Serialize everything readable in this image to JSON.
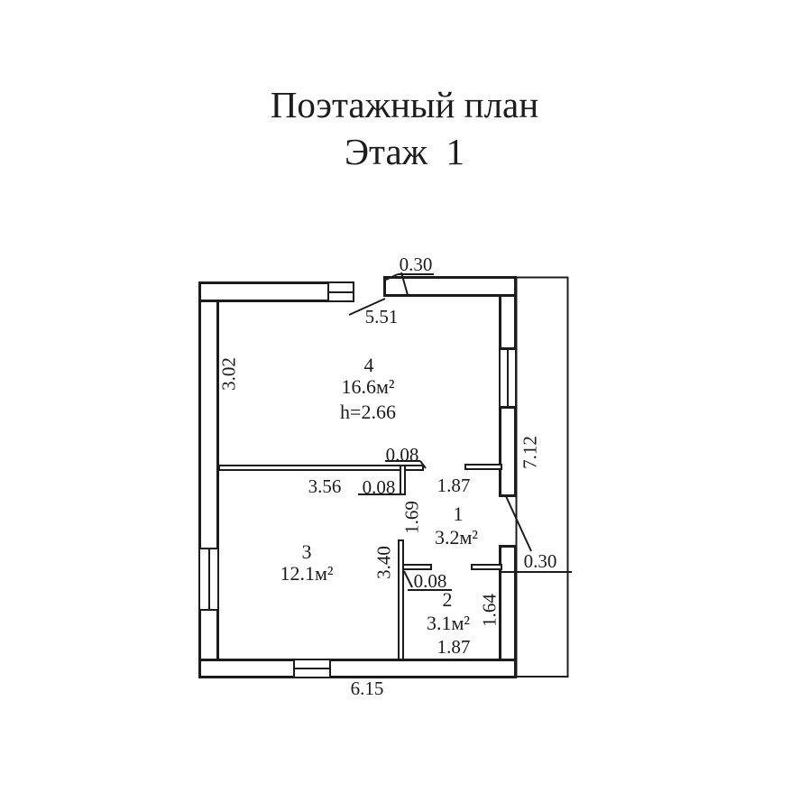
{
  "title": {
    "line1": "Поэтажный план",
    "line2": "Этаж  1"
  },
  "rooms": {
    "room4": {
      "number": "4",
      "area": "16.6м²",
      "ceiling_height": "h=2.66"
    },
    "room3": {
      "number": "3",
      "area": "12.1м²"
    },
    "room1": {
      "number": "1",
      "area": "3.2м²"
    },
    "room2": {
      "number": "2",
      "area": "3.1м²"
    }
  },
  "dimensions": {
    "top_wall_thickness": "0.30",
    "top_opening_width": "5.51",
    "left_wall_upper": "3.02",
    "partition_thickness_top": "0.08",
    "room3_top_width": "3.56",
    "partition_thickness_mid": "0.08",
    "hall_depth": "1.69",
    "hall_width": "1.87",
    "right_wall_height": "7.12",
    "partition_length": "3.40",
    "partition_thickness_low": "0.08",
    "room2_east_depth": "1.64",
    "right_wall_thickness": "0.30",
    "room2_width": "1.87",
    "bottom_width": "6.15"
  },
  "colors": {
    "line": "#1c1c1c",
    "background": "#ffffff"
  }
}
